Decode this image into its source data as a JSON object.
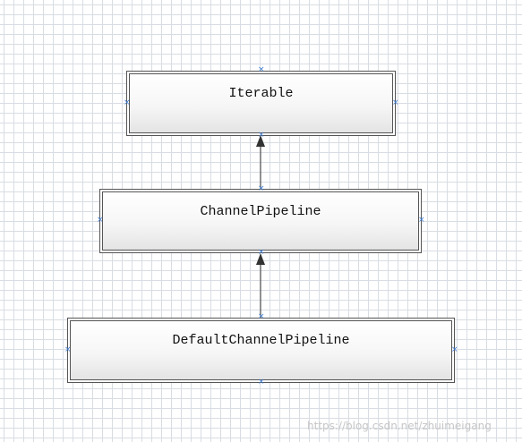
{
  "diagram": {
    "nodes": [
      {
        "id": "iterable",
        "label": "Iterable"
      },
      {
        "id": "channelpipeline",
        "label": "ChannelPipeline"
      },
      {
        "id": "defaultchannelpipeline",
        "label": "DefaultChannelPipeline"
      }
    ],
    "edges": [
      {
        "from": "channelpipeline",
        "to": "iterable",
        "arrow": "filled"
      },
      {
        "from": "defaultchannelpipeline",
        "to": "channelpipeline",
        "arrow": "filled"
      }
    ]
  },
  "colors": {
    "grid": "#d8dde3",
    "node_border": "#555555",
    "edge": "#333333",
    "handle": "#3d7bd1"
  },
  "watermark": "https://blog.csdn.net/zhuimeigang"
}
